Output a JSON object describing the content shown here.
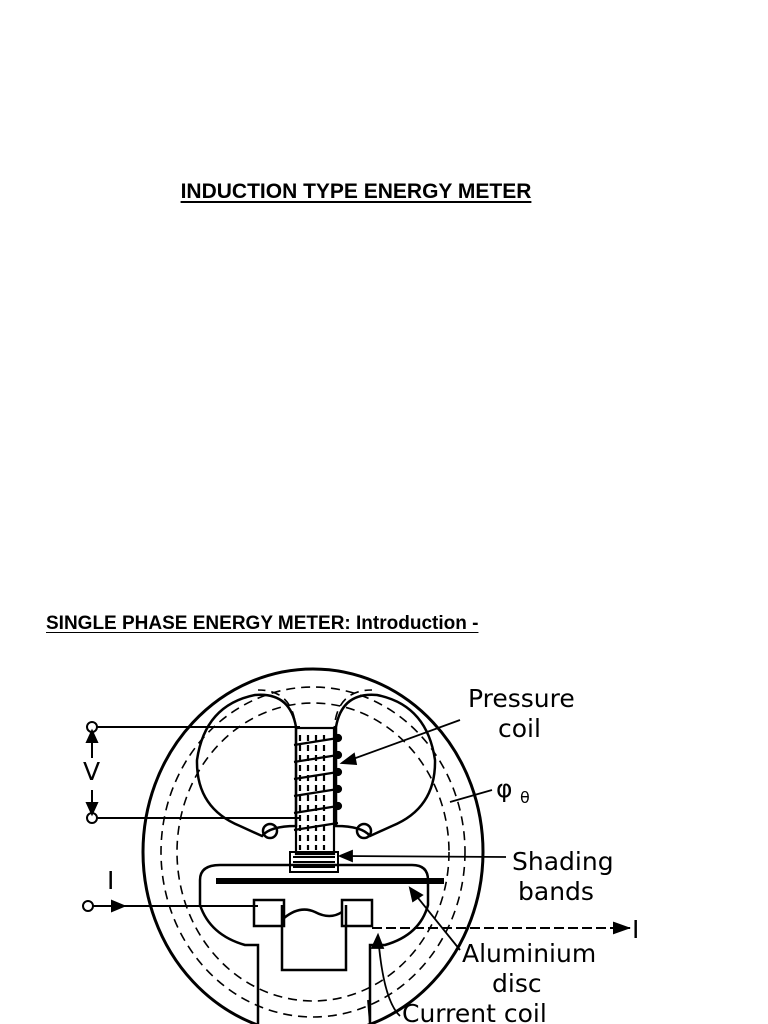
{
  "page": {
    "title": "INDUCTION TYPE ENERGY METER",
    "section_heading": "SINGLE PHASE ENERGY METER: Introduction -"
  },
  "diagram": {
    "labels": {
      "pressure_coil_line1": "Pressure",
      "pressure_coil_line2": "coil",
      "phi": "φ",
      "phi_subscript": "θ",
      "voltage": "V",
      "current_left": "I",
      "current_right": "I",
      "shading_line1": "Shading",
      "shading_line2": "bands",
      "aluminium_line1": "Aluminium",
      "aluminium_line2": "disc",
      "current_coil": "Current coil"
    }
  }
}
